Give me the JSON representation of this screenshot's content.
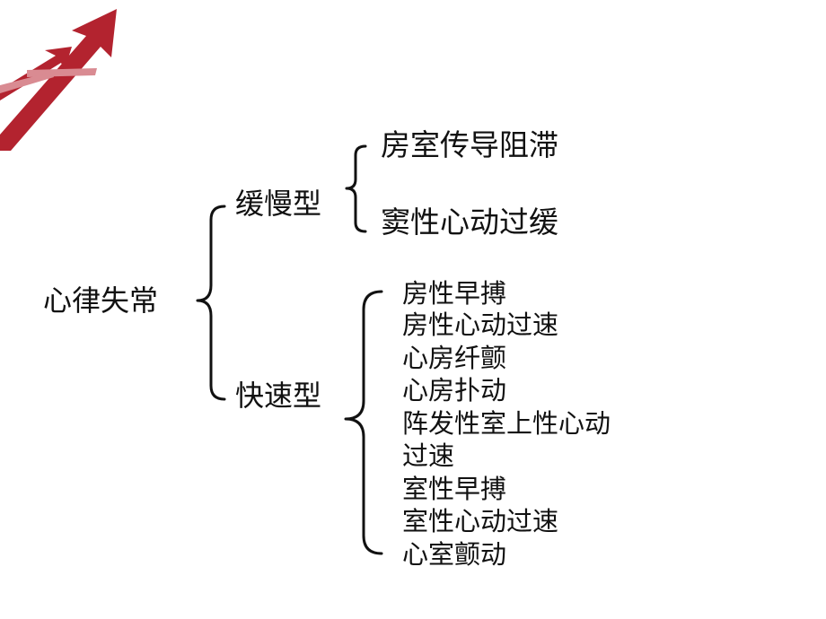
{
  "tree": {
    "root": "心律失常",
    "slow": {
      "label": "缓慢型",
      "items": [
        "房室传导阻滞",
        "窦性心动过缓"
      ]
    },
    "fast": {
      "label": "快速型",
      "items": [
        "房性早搏",
        "房性心动过速",
        "心房纤颤",
        "心房扑动",
        "阵发性室上性心动",
        "过速",
        "室性早搏",
        "室性心动过速",
        "心室颤动"
      ]
    }
  },
  "colors": {
    "accent": "#b3232f",
    "accent_light": "#d98b92",
    "text": "#111111"
  }
}
